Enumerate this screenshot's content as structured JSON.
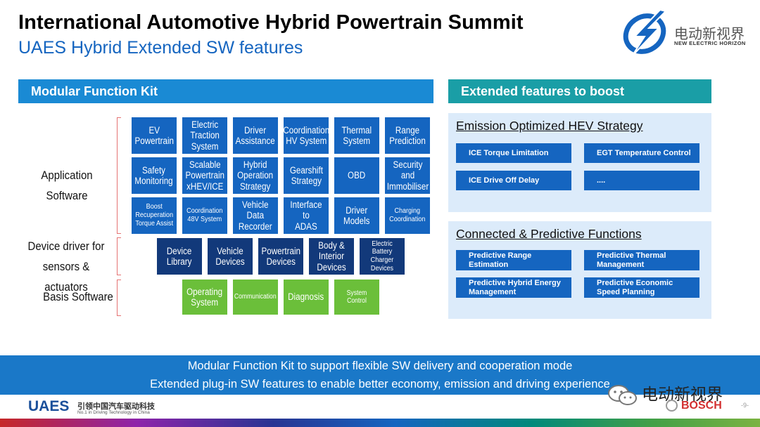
{
  "slide": {
    "title": "International Automotive Hybrid Powertrain Summit",
    "subtitle": "UAES Hybrid Extended SW features"
  },
  "logo": {
    "cn": "电动新视界",
    "en": "NEW ELECTRIC HORIZON"
  },
  "left": {
    "header": "Modular Function Kit",
    "categories": {
      "application": "Application Software",
      "device": "Device driver for\nsensors & actuators",
      "basis": "Basis Software"
    },
    "application_boxes": [
      "EV\nPowertrain",
      "Electric\nTraction\nSystem",
      "Driver\nAssistance",
      "Coordination\nHV System",
      "Thermal\nSystem",
      "Range\nPrediction",
      "Safety\nMonitoring",
      "Scalable\nPowertrain\nxHEV/ICE",
      "Hybrid\nOperation\nStrategy",
      "Gearshift\nStrategy",
      "OBD",
      "Security\nand\nImmobiliser",
      "Boost\nRecuperation\nTorque Assist",
      "Coordination\n48V System",
      "Vehicle\nData\nRecorder",
      "Interface to\nADAS",
      "Driver\nModels",
      "Charging\nCoordination"
    ],
    "device_boxes": [
      "Device\nLibrary",
      "Vehicle\nDevices",
      "Powertrain\nDevices",
      "Body &\nInterior\nDevices",
      "Electric Battery\nCharger\nDevices"
    ],
    "basis_boxes": [
      "Operating\nSystem",
      "Communication",
      "Diagnosis",
      "System Control"
    ]
  },
  "right": {
    "header": "Extended features to boost",
    "panel1": {
      "title": "Emission Optimized HEV Strategy",
      "items": [
        "ICE Torque Limitation",
        "EGT Temperature Control",
        "ICE Drive Off Delay",
        "...."
      ]
    },
    "panel2": {
      "title": "Connected & Predictive Functions",
      "items": [
        "Predictive Range\nEstimation",
        "Predictive Thermal\nManagement",
        "Predictive Hybrid Energy\nManagement",
        "Predictive Economic\nSpeed Planning"
      ]
    }
  },
  "banner": {
    "line1": "Modular Function Kit to support flexible SW delivery and cooperation mode",
    "line2": "Extended plug-in SW features to enable better economy, emission and driving experience"
  },
  "footer": {
    "brand": "UAES",
    "brand_cn": "引领中国汽车驱动科技",
    "brand_en": "No.1 in Driving Technology in China",
    "watermark": "电动新视界",
    "partner": "BOSCH",
    "page": "-9-"
  },
  "colors": {
    "app_blue": "#1565c0",
    "device_navy": "#12397a",
    "basis_green": "#6bbf3a",
    "header_blue": "#1a8ad4",
    "header_teal": "#1a9ea6",
    "panel_bg": "#dcebfa",
    "banner_blue": "#1a78c8"
  }
}
